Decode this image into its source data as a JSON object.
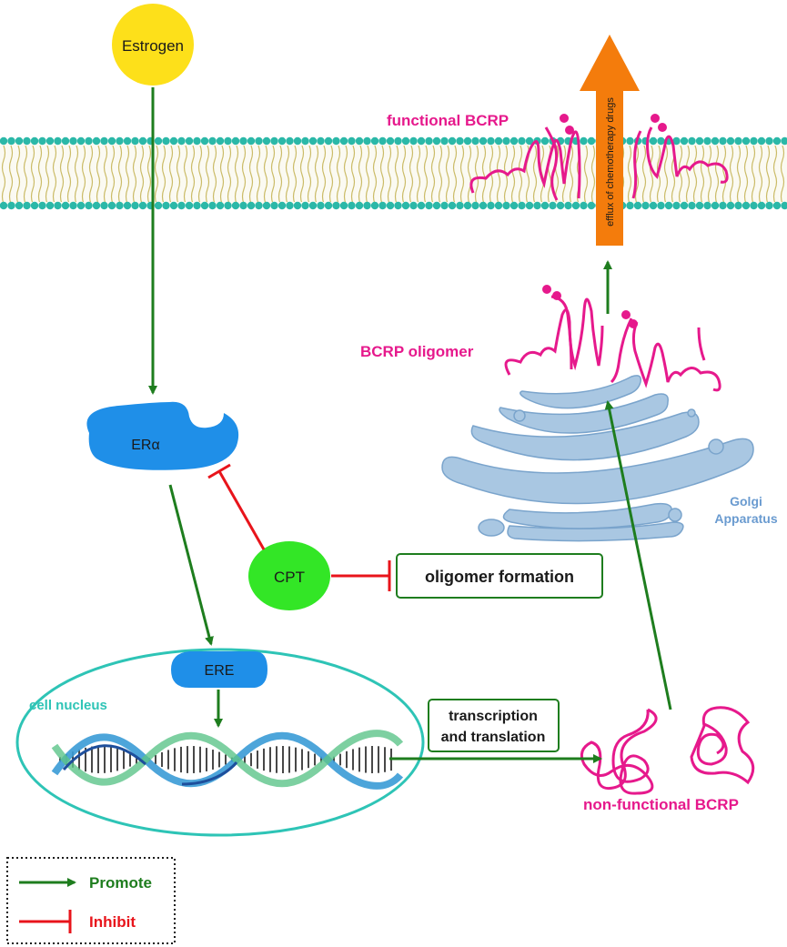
{
  "nodes": {
    "estrogen": "Estrogen",
    "er_alpha": "ERα",
    "cpt": "CPT",
    "ere": "ERE",
    "oligomer_formation": "oligomer formation",
    "cell_nucleus": "cell nucleus",
    "golgi_line1": "Golgi",
    "golgi_line2": "Apparatus",
    "functional_bcrp": "functional BCRP",
    "bcrp_oligomer": "BCRP oligomer",
    "non_functional_bcrp": "non-functional BCRP",
    "transcription_line1": "transcription",
    "transcription_line2": "and translation",
    "efflux": "efflux of chemotherapy drugs"
  },
  "legend": {
    "promote": "Promote",
    "inhibit": "Inhibit"
  },
  "colors": {
    "promote": "#1e7d1e",
    "inhibit": "#e8141b",
    "bcrp": "#e6198c",
    "estrogen_fill": "#fde01a",
    "er_fill": "#1f8fe8",
    "cpt_fill": "#33e626",
    "nucleus_stroke": "#2ec4b6",
    "membrane_bead": "#2bb8a8",
    "membrane_tail": "#c8b860",
    "golgi_fill": "#a9c7e2",
    "golgi_text": "#6a9bd0",
    "efflux_arrow": "#f47c0c"
  }
}
